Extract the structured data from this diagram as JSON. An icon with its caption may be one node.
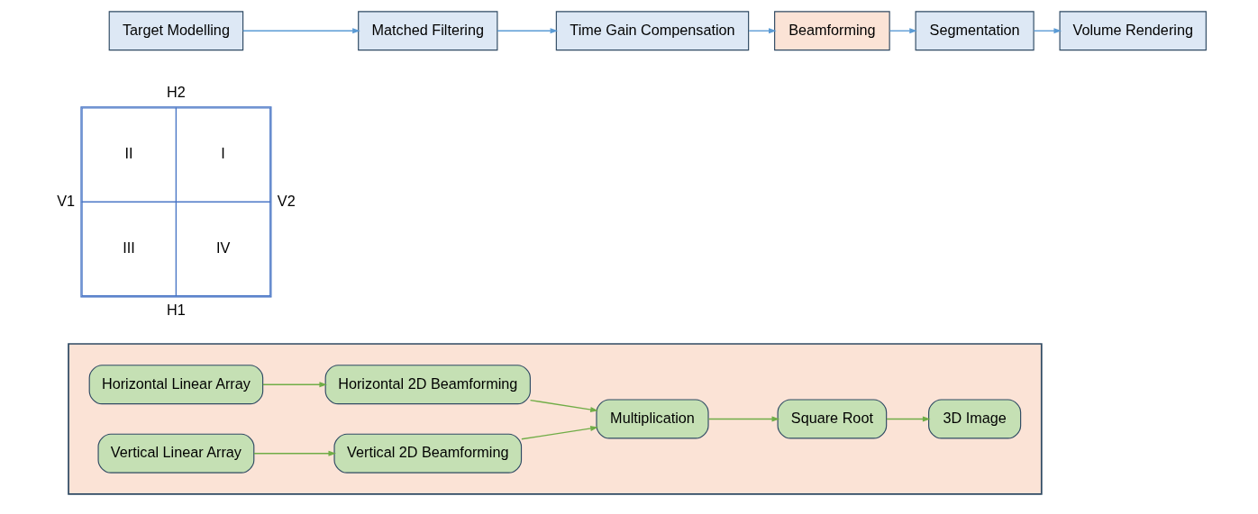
{
  "diagram": {
    "nodes": [
      {
        "text": [
          "Target Modelling"
        ]
      },
      {
        "text": [
          "Matched Filtering"
        ]
      },
      {
        "text": [
          "Time Gain Compensation"
        ]
      },
      {
        "text": [
          "Beamforming"
        ]
      },
      {
        "text": [
          "Segmentation"
        ]
      },
      {
        "text": [
          "Volume Rendering"
        ]
      },
      {
        "text": [
          "II",
          "I",
          "III",
          "IV"
        ],
        "beside": [
          "H2",
          "V1",
          "V2",
          "H1"
        ]
      },
      {
        "text": [],
        "shape": "box"
      },
      {
        "text": [
          "Horizontal Linear Array"
        ],
        "in": 7
      },
      {
        "text": [
          "Horizontal 2D Beamforming"
        ],
        "in": 7
      },
      {
        "text": [
          "Vertical Linear Array"
        ],
        "in": 7
      },
      {
        "text": [
          "Vertical 2D Beamforming"
        ],
        "in": 7
      },
      {
        "text": [
          "Multiplication"
        ],
        "in": 7
      },
      {
        "text": [
          "Square Root"
        ],
        "in": 7
      },
      {
        "text": [
          "3D Image"
        ],
        "in": 7
      }
    ],
    "edges": [
      {
        "from": 0,
        "to": 1,
        "arrow": "to",
        "color": "#5b9bd5"
      },
      {
        "from": 1,
        "to": 2,
        "arrow": "to",
        "color": "#5b9bd5"
      },
      {
        "from": 2,
        "to": 3,
        "arrow": "to",
        "color": "#5b9bd5"
      },
      {
        "from": 3,
        "to": 4,
        "arrow": "to",
        "color": "#5b9bd5"
      },
      {
        "from": 4,
        "to": 5,
        "arrow": "to",
        "color": "#5b9bd5"
      },
      {
        "from": 8,
        "to": 9,
        "arrow": "to",
        "color": "#70ad47"
      },
      {
        "from": 10,
        "to": 11,
        "arrow": "to",
        "color": "#70ad47"
      },
      {
        "from": 9,
        "to": 12,
        "arrow": "to",
        "color": "#70ad47"
      },
      {
        "from": 11,
        "to": 12,
        "arrow": "to",
        "color": "#70ad47"
      },
      {
        "from": 12,
        "to": 13,
        "arrow": "to",
        "color": "#70ad47"
      },
      {
        "from": 13,
        "to": 14,
        "arrow": "to",
        "color": "#70ad47"
      }
    ]
  }
}
